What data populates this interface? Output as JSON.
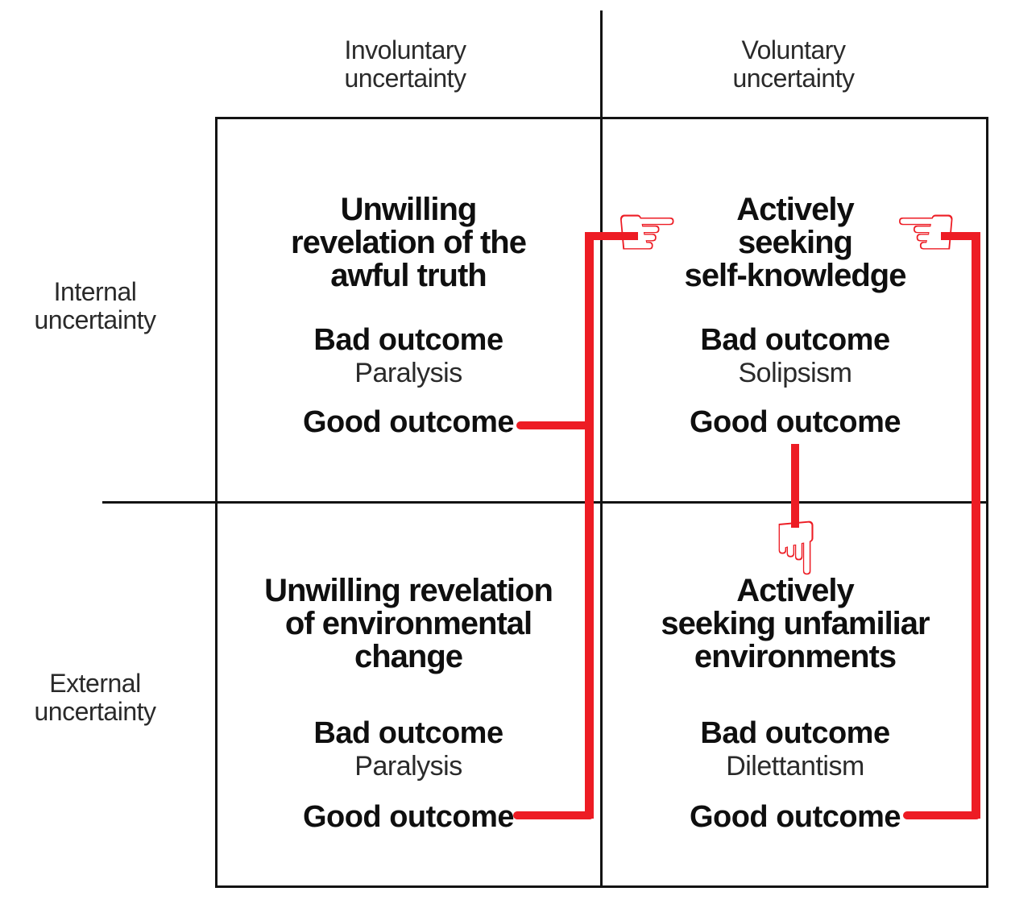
{
  "colors": {
    "accent_red": "#ED1C24",
    "line_black": "#131313",
    "title_text": "#0f0f0f",
    "regular_text": "#2a2a2a",
    "background": "#ffffff"
  },
  "column_headers": [
    {
      "lines": [
        "Involuntary",
        "uncertainty"
      ]
    },
    {
      "lines": [
        "Voluntary",
        "uncertainty"
      ]
    }
  ],
  "row_headers": [
    {
      "lines": [
        "Internal",
        "uncertainty"
      ]
    },
    {
      "lines": [
        "External",
        "uncertainty"
      ]
    }
  ],
  "quadrants": [
    {
      "title_lines": [
        "Unwilling",
        "revelation of the",
        "awful truth"
      ],
      "bad_outcome_label": "Bad outcome",
      "bad_outcome_value": "Paralysis",
      "good_outcome_label": "Good outcome"
    },
    {
      "title_lines": [
        "Actively",
        "seeking",
        "self-knowledge"
      ],
      "bad_outcome_label": "Bad outcome",
      "bad_outcome_value": "Solipsism",
      "good_outcome_label": "Good outcome"
    },
    {
      "title_lines": [
        "Unwilling revelation",
        "of environmental",
        "change"
      ],
      "bad_outcome_label": "Bad outcome",
      "bad_outcome_value": "Paralysis",
      "good_outcome_label": "Good outcome"
    },
    {
      "title_lines": [
        "Actively",
        "seeking unfamiliar",
        "environments"
      ],
      "bad_outcome_label": "Bad outcome",
      "bad_outcome_value": "Dilettantism",
      "good_outcome_label": "Good outcome"
    }
  ],
  "icons": {
    "hand_pointing_right": "☞",
    "hand_pointing_left": "☜",
    "hand_pointing_down": "☟"
  }
}
